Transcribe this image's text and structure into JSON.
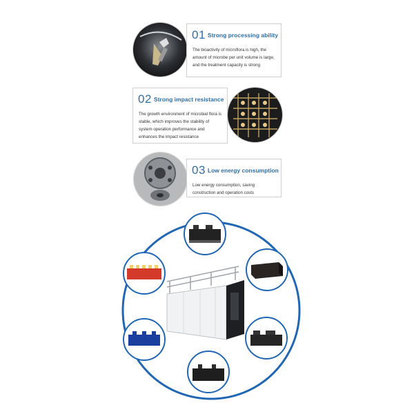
{
  "features": [
    {
      "number": "01",
      "title": "Strong processing ability",
      "description": [
        "The bioactivity of microflora is high, the",
        "amount of microbe per unit volume is large,",
        "and the treatment capacity is strong"
      ]
    },
    {
      "number": "02",
      "title": "Strong impact resistance",
      "description": [
        "The growth environment of microbial flora is",
        "stable, which improves the stability of",
        "system operation performance and",
        "enhances the impact resistance"
      ]
    },
    {
      "number": "03",
      "title": "Low energy consumption",
      "description": [
        "Low energy consumption, saving",
        "construction and operation costs"
      ]
    }
  ],
  "colors": {
    "accent": "#2f6fa8",
    "ring": "#1f66b4",
    "border": "#cfcfcf"
  },
  "icons": {
    "photo1": "aeration-nozzle-photo",
    "photo2": "bio-filter-media-photo",
    "photo3": "metal-flange-photo"
  }
}
